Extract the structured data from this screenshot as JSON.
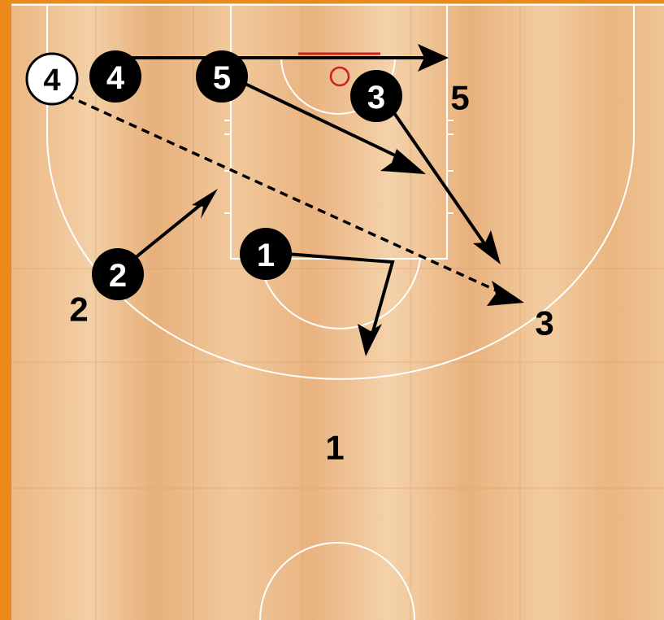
{
  "diagram": {
    "colors": {
      "border": "#e98a1a",
      "wood_light": "#f1c79a",
      "wood_dark": "#e2a775",
      "court_line": "#ffffff",
      "marker": "#000000",
      "rim": "#cc1f1f"
    },
    "players": {
      "p4_offball": "4",
      "p4": "4",
      "p5": "5",
      "p3": "3",
      "p2": "2",
      "p1": "1"
    },
    "destination_labels": {
      "d5": "5",
      "d3": "3",
      "d2": "2",
      "d1": "1"
    },
    "icons": {
      "solid_arrow": "cut-arrow",
      "dashed_arrow": "pass-arrow",
      "player_marker": "filled-circle",
      "ball_handler_marker": "outlined-circle"
    }
  }
}
